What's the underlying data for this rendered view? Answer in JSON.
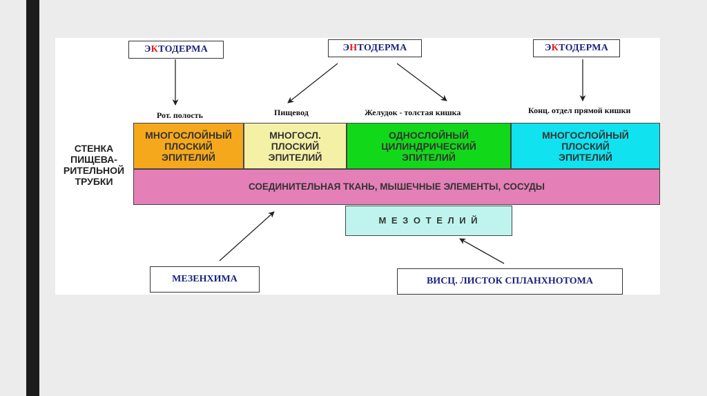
{
  "germ_layers": {
    "left": {
      "prefix": "Э",
      "accent": "К",
      "rest": "ТОДЕРМА"
    },
    "middle": {
      "prefix": "Э",
      "accent": "Н",
      "rest": "ТОДЕРМА"
    },
    "right": {
      "prefix": "Э",
      "accent": "К",
      "rest": "ТОДЕРМА"
    }
  },
  "region_captions": {
    "mouth": "Рот. полость",
    "esophagus": "Пищевод",
    "stomach": "Желудок - толстая кишка",
    "rectum": "Конц. отдел прямой кишки"
  },
  "side_label": "СТЕНКА ПИЩЕВА-РИТЕЛЬНОЙ ТРУБКИ",
  "epithelium": {
    "mouth": "МНОГОСЛОЙНЫЙ ПЛОСКИЙ ЭПИТЕЛИЙ",
    "esophagus": "МНОГОСЛ. ПЛОСКИЙ ЭПИТЕЛИЙ",
    "stomach": "ОДНОСЛОЙНЫЙ ЦИЛИНДРИЧЕСКИЙ ЭПИТЕЛИЙ",
    "rectum": "МНОГОСЛОЙНЫЙ ПЛОСКИЙ ЭПИТЕЛИЙ"
  },
  "connective_tissue": "СОЕДИНИТЕЛЬНАЯ ТКАНЬ, МЫШЕЧНЫЕ ЭЛЕМЕНТЫ, СОСУДЫ",
  "mesothelium": "М Е З О Т Е Л И Й",
  "mesenchyme": "МЕЗЕНХИМА",
  "splanchnotome": "ВИСЦ. ЛИСТОК СПЛАНХНОТОМА",
  "colors": {
    "orange": "#f5a81c",
    "pale_yellow": "#f4f1a6",
    "green": "#12d81a",
    "cyan": "#10e2ef",
    "pink": "#e47fb8",
    "mint": "#bff4ee",
    "navy_text": "#1a237e",
    "red_accent": "#e0191c"
  }
}
